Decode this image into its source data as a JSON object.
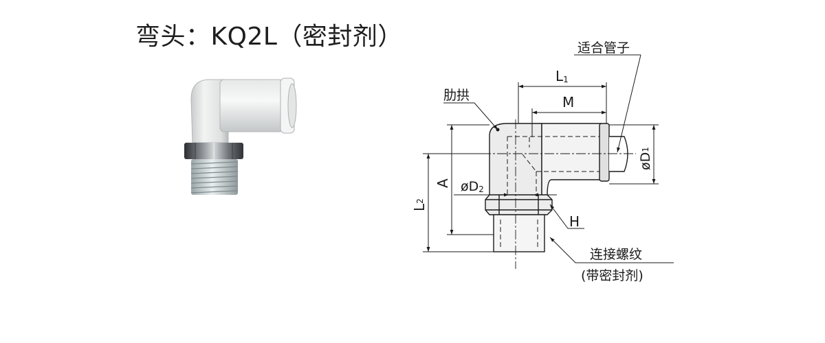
{
  "title": "弯头：KQ2L（密封剂）",
  "callouts": {
    "suitable_tube": "适合管子",
    "rib": "肋拱",
    "connection_thread": "连接螺纹",
    "with_sealant": "(带密封剂)"
  },
  "dimensions": {
    "L1_main": "L",
    "L1_sub": "1",
    "M": "M",
    "D1_main": "øD",
    "D1_sub": "1",
    "D2_main": "øD",
    "D2_sub": "2",
    "A": "A",
    "L2_main": "L",
    "L2_sub": "2",
    "H": "H"
  }
}
